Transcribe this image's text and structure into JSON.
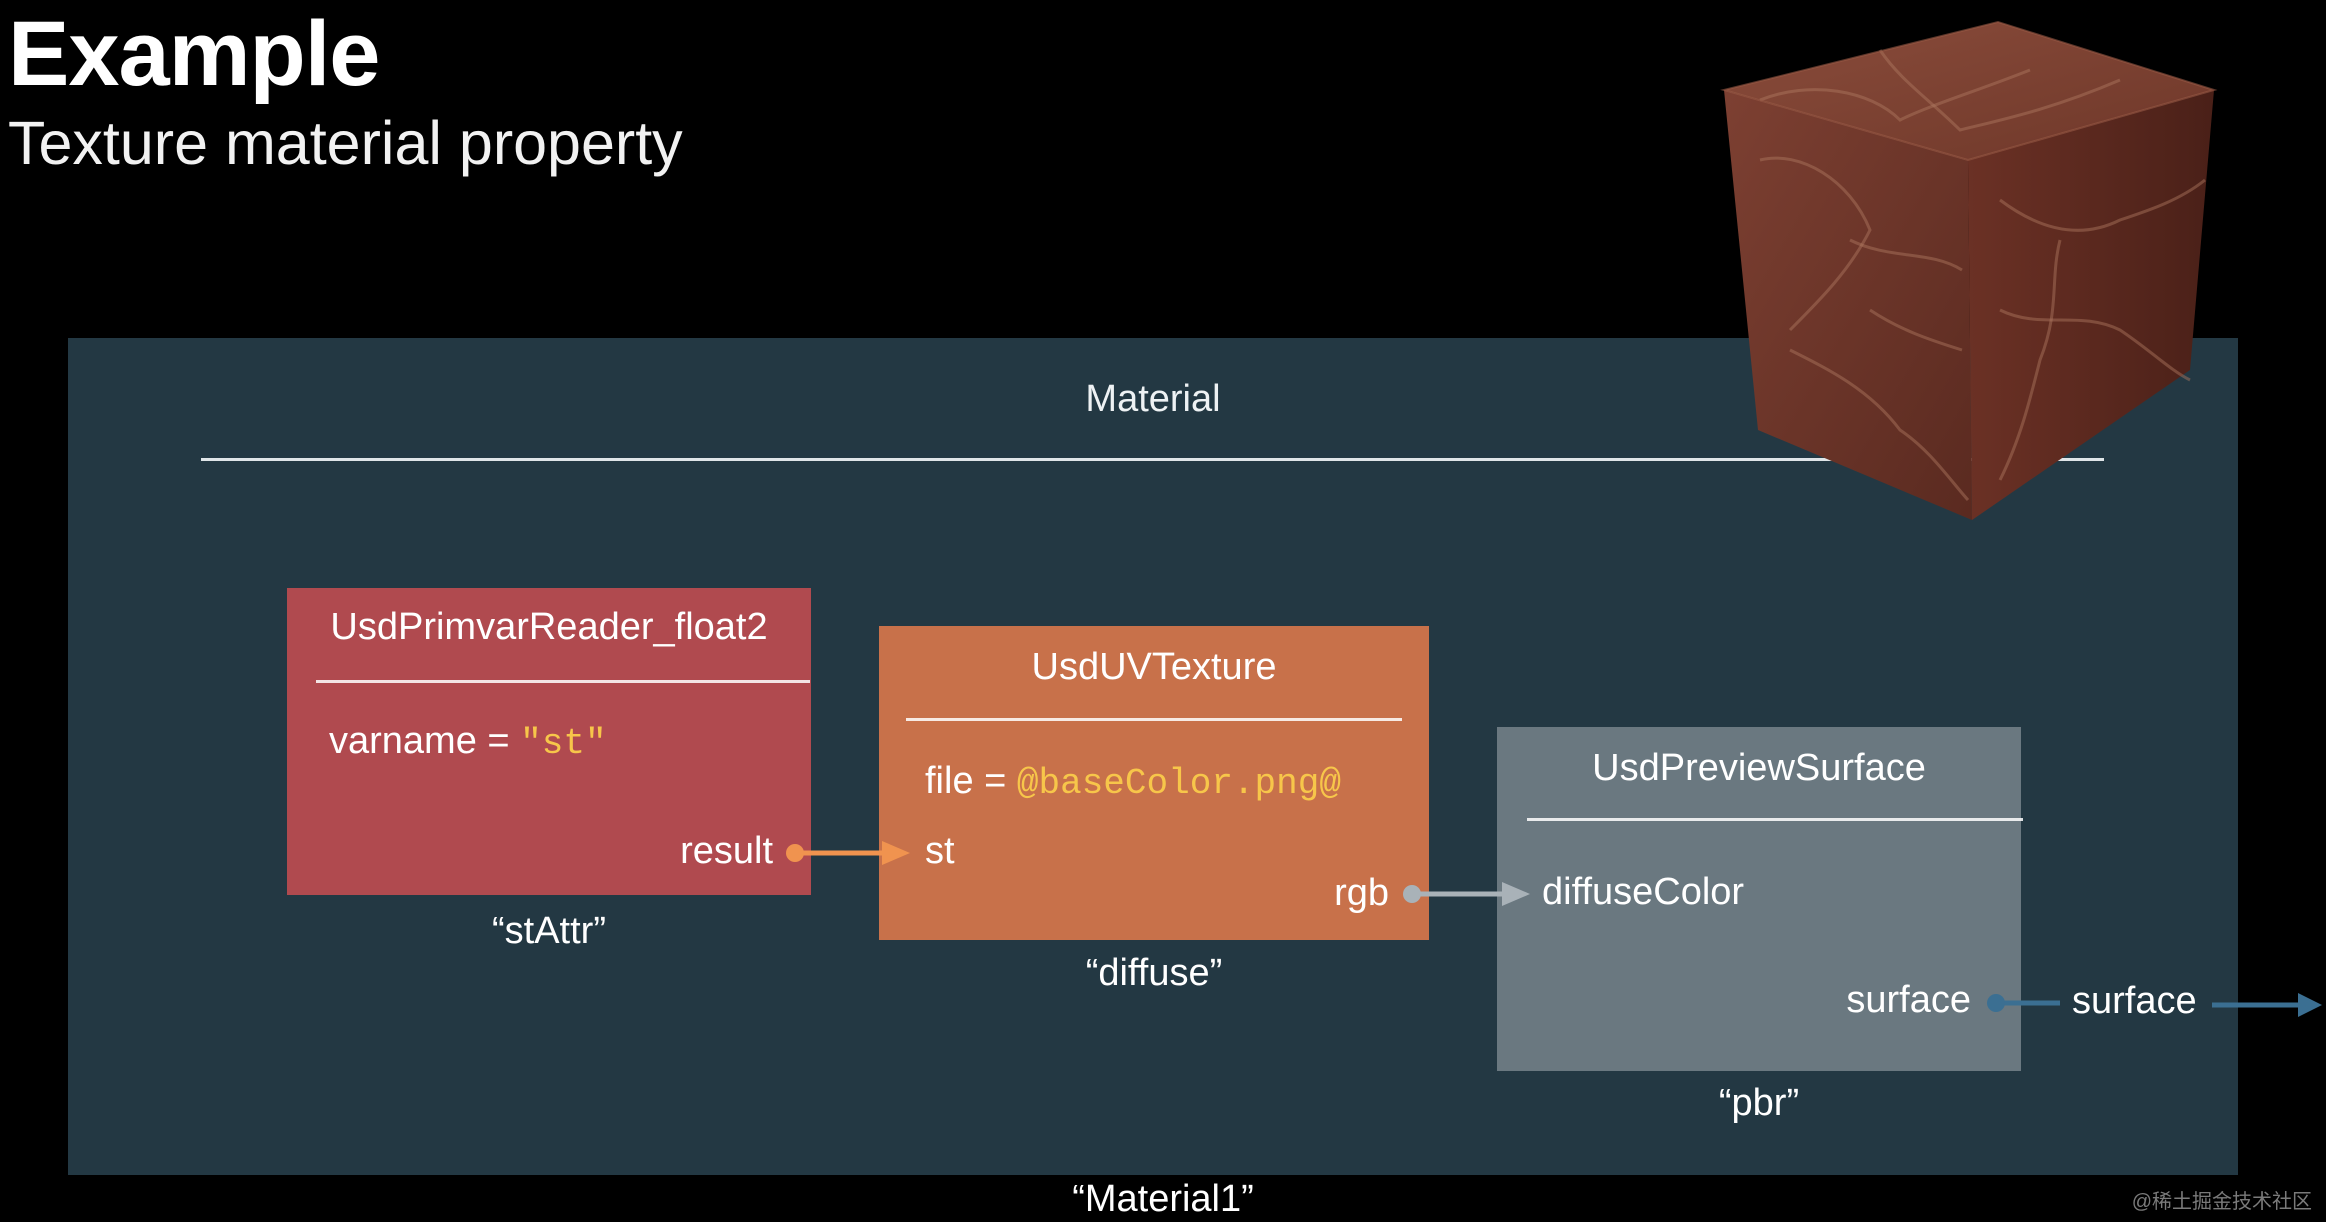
{
  "slide": {
    "title": "Example",
    "subtitle": "Texture material property"
  },
  "material": {
    "header": "Material",
    "name": "“Material1”"
  },
  "nodes": {
    "primvar": {
      "type": "UsdPrimvarReader_float2",
      "param_label": "varname = ",
      "param_value": "\"st\"",
      "output": "result",
      "name": "“stAttr”",
      "color": "#b04a4f"
    },
    "uvtexture": {
      "type": "UsdUVTexture",
      "param_label": "file = ",
      "param_value": "@baseColor.png@",
      "input": "st",
      "output": "rgb",
      "name": "“diffuse”",
      "color": "#c8714a"
    },
    "preview": {
      "type": "UsdPreviewSurface",
      "input": "diffuseColor",
      "output": "surface",
      "name": "“pbr”",
      "color": "#6a7880"
    }
  },
  "material_output": "surface",
  "colors": {
    "background": "#000000",
    "panel": "#233843",
    "value_text": "#f7c64a",
    "link_orange": "#f0934f",
    "link_gray": "#a9b2b8",
    "link_blue": "#3b6f92"
  },
  "decorations": {
    "cube": "textured-cube-render"
  },
  "watermark": "@稀土掘金技术社区"
}
